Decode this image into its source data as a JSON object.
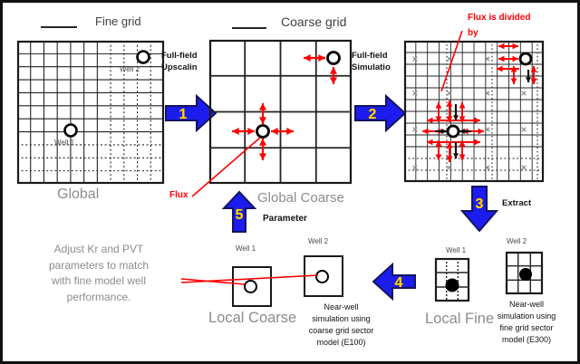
{
  "legend": {
    "fine_label": "Fine grid",
    "coarse_label": "Coarse grid"
  },
  "steps": {
    "s1": "1",
    "s2": "2",
    "s3": "3",
    "s4": "4",
    "s5": "5"
  },
  "step_labels": {
    "upscaling_line1": "Full-field",
    "upscaling_line2": "Upscalin",
    "simulation_line1": "Full-field",
    "simulation_line2": "Simulatio",
    "extract": "Extract",
    "parameter": "Parameter"
  },
  "panels": {
    "global": "Global",
    "global_coarse": "Global Coarse",
    "local_coarse": "Local Coarse",
    "local_fine": "Local Fine"
  },
  "wells": {
    "well1": "Well 1",
    "well2": "Well 2"
  },
  "annotations": {
    "flux": "Flux",
    "flux_divided_line1": "Flux is divided",
    "flux_divided_line2": "by",
    "adjust_lines": [
      "Adjust Kr and PVT",
      "parameters to match",
      "with fine model well",
      "performance."
    ],
    "near_well_coarse_lines": [
      "Near-well",
      "simulation using",
      "coarse grid sector",
      "model (E100)"
    ],
    "near_well_fine_lines": [
      "Near-well",
      "simulation using",
      "fine grid sector",
      "model (E300)"
    ]
  },
  "colors": {
    "flux_red": "#FF0000",
    "arrow_blue": "#1C1CEF",
    "arrow_outline": "#14145E",
    "arrow_number_yellow": "#FFD700",
    "muted_gray": "#8C8C8C"
  }
}
